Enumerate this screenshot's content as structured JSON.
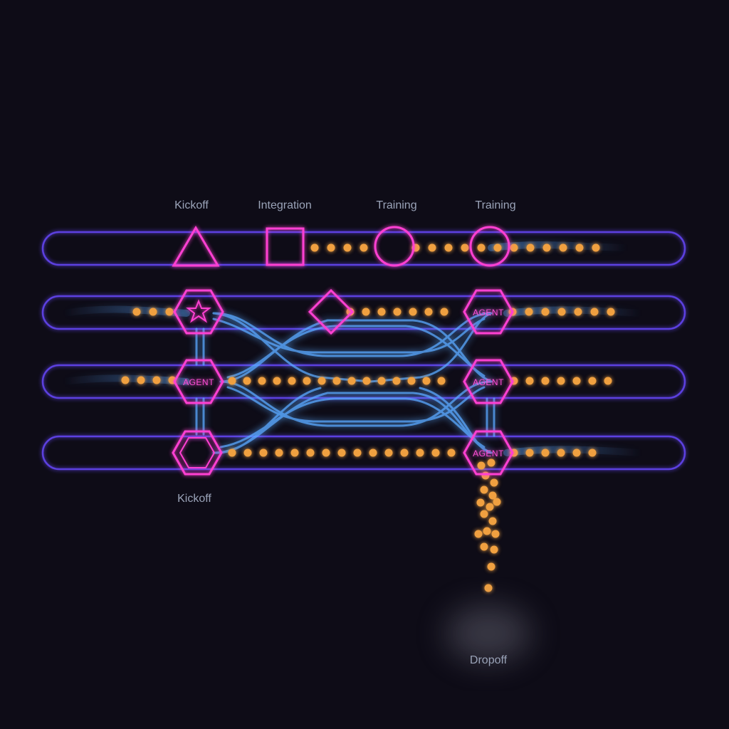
{
  "stages": {
    "top": [
      "Kickoff",
      "Integration",
      "Training",
      "Training"
    ],
    "bottom_left": "Kickoff",
    "dropoff": "Dropoff"
  },
  "agent_text": "AGENT",
  "lanes": 4,
  "milestones": [
    {
      "id": "triangle",
      "shape": "triangle",
      "lane": 1
    },
    {
      "id": "square",
      "shape": "square",
      "lane": 1
    },
    {
      "id": "circle-a",
      "shape": "circle",
      "lane": 1
    },
    {
      "id": "circle-b",
      "shape": "circle",
      "lane": 1
    },
    {
      "id": "hex-star",
      "shape": "hexagon-star",
      "lane": 2
    },
    {
      "id": "diamond",
      "shape": "diamond",
      "lane": 2
    },
    {
      "id": "hex-agent-r2",
      "shape": "hexagon-agent",
      "lane": 2
    },
    {
      "id": "hex-agent-l3",
      "shape": "hexagon-agent",
      "lane": 3
    },
    {
      "id": "hex-agent-r3",
      "shape": "hexagon-agent",
      "lane": 3
    },
    {
      "id": "hex-double",
      "shape": "hexagon-double",
      "lane": 4
    },
    {
      "id": "hex-agent-r4",
      "shape": "hexagon-agent",
      "lane": 4
    }
  ],
  "colors": {
    "background": "#0e0c17",
    "lane_border": "#5b3fe0",
    "node": "#ff3fd2",
    "particle": "#f0a040",
    "flow": "#5aa8ff",
    "label": "#9aa3b8"
  }
}
